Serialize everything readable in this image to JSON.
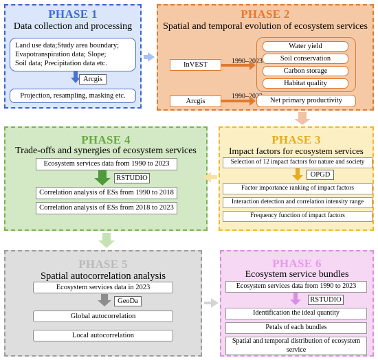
{
  "phase1": {
    "title": "PHASE 1",
    "subtitle": "Data collection and processing",
    "data_lines": [
      "Land use data;Study area boundary;",
      "Evapotranspiration data;  Slope;",
      "Soil data; Precipitation data etc."
    ],
    "tool": "Arcgis",
    "process": "Projection, resampling, masking etc."
  },
  "phase2": {
    "title": "PHASE 2",
    "subtitle": "Spatial and temporal evolution of ecosystem services",
    "invest_label": "InVEST",
    "invest_years": "1990–2023",
    "services": [
      "Water yield",
      "Soil conservation",
      "Carbon storage",
      "Habitat quality"
    ],
    "arcgis_label": "Arcgis",
    "arcgis_years": "1990–2023",
    "npp": "Net primary productivity"
  },
  "phase3": {
    "title": "PHASE 3",
    "subtitle": "Impact factors for ecosystem services",
    "selection": "Selection of 12 impact factors for nature and society",
    "tool": "OPGD",
    "items": [
      "Factor importance ranking of impact factors",
      "Interaction detection and correlation intensity range",
      "Frequency function of impact factors"
    ]
  },
  "phase4": {
    "title": "PHASE 4",
    "subtitle": "Trade-offs and synergies of ecosystem services",
    "data": "Ecosystem services data from 1990 to 2023",
    "tool": "RSTUDIO",
    "items": [
      "Correlation analysis of ESs from 1990 to 2018",
      "Correlation analysis of ESs from 2018 to 2023"
    ]
  },
  "phase5": {
    "title": "PHASE 5",
    "subtitle": "Spatial autocorrelation analysis",
    "data": "Ecosystem services data in 2023",
    "tool": "GeoDa",
    "items": [
      "Global autocorrelation",
      "Local autocorrelation"
    ]
  },
  "phase6": {
    "title": "PHASE 6",
    "subtitle": "Ecosystem service bundles",
    "data": "Ecosystem services data from 1990 to 2023",
    "tool": "RSTUDIO",
    "items": [
      "Identification the ideal quantity",
      "Petals of each bundles",
      "Spatial and temporal distribution of ecosystem service"
    ]
  },
  "colors": {
    "p1_fill": "#dbe6fa",
    "p1_border": "#3a63c8",
    "p1_title": "#3b6bd6",
    "p2_fill": "#f6c9a6",
    "p2_border": "#e07a2e",
    "p2_title": "#e9772a",
    "p3_fill": "#fdefc4",
    "p3_border": "#f0b928",
    "p3_title": "#e6ac1c",
    "p4_fill": "#d3e8c4",
    "p4_border": "#7cb158",
    "p4_title": "#6aa845",
    "p5_fill": "#dedede",
    "p5_border": "#9c9c9c",
    "p5_title": "#b9b9b9",
    "p6_fill": "#f6d8f4",
    "p6_border": "#d78fe0",
    "p6_title": "#e59ae8"
  }
}
